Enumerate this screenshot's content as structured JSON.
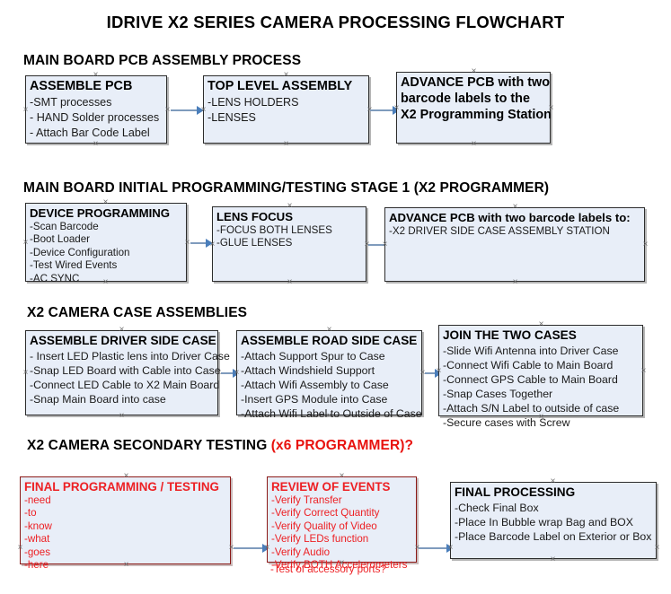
{
  "document": {
    "title": "IDRIVE X2  SERIES CAMERA PROCESSING FLOWCHART"
  },
  "sections": [
    {
      "id": "main-board-pcb-assembly",
      "title": "MAIN BOARD PCB ASSEMBLY PROCESS",
      "title_suffix": "",
      "nodes": [
        {
          "id": "assemble-pcb",
          "head": "ASSEMBLE PCB",
          "lines": [
            "-SMT processes",
            "- HAND Solder processes",
            "- Attach Bar Code Label"
          ]
        },
        {
          "id": "top-level-assembly",
          "head": "TOP LEVEL ASSEMBLY",
          "lines": [
            "-LENS HOLDERS",
            "-LENSES"
          ]
        },
        {
          "id": "advance-pcb-x2-programming-station",
          "head": "ADVANCE PCB with two",
          "lines": [
            "barcode labels to the",
            " X2 Programming Station"
          ]
        }
      ]
    },
    {
      "id": "main-board-initial-programming",
      "title": "MAIN BOARD INITIAL PROGRAMMING/TESTING STAGE 1 (X2 PROGRAMMER)",
      "title_suffix": "",
      "nodes": [
        {
          "id": "device-programming",
          "head": "DEVICE PROGRAMMING",
          "lines": [
            "-Scan Barcode",
            "-Boot Loader",
            "-Device Configuration",
            "-Test Wired Events",
            "-AC SYNC"
          ]
        },
        {
          "id": "lens-focus",
          "head": "LENS FOCUS",
          "lines": [
            "-FOCUS BOTH LENSES",
            "-GLUE LENSES"
          ]
        },
        {
          "id": "advance-pcb-driver-side-case",
          "head": "ADVANCE PCB with two barcode labels to:",
          "lines": [
            "-X2 DRIVER  SIDE  CASE  ASSEMBLY STATION"
          ]
        }
      ]
    },
    {
      "id": "x2-camera-case-assemblies",
      "title": "X2 CAMERA CASE ASSEMBLIES",
      "title_suffix": "",
      "nodes": [
        {
          "id": "assemble-driver-side-case",
          "head": "ASSEMBLE DRIVER SIDE CASE",
          "lines": [
            "- Insert LED Plastic lens into Driver Case",
            "-Snap LED Board with Cable into Case",
            "-Connect LED Cable to X2 Main Board",
            "-Snap Main Board into case"
          ]
        },
        {
          "id": "assemble-road-side-case",
          "head": "ASSEMBLE ROAD SIDE CASE",
          "lines": [
            "-Attach Support Spur to Case",
            "-Attach Windshield Support",
            "-Attach Wifi Assembly to Case",
            "-Insert GPS Module into Case",
            "-Attach Wifi Label to Outside of Case"
          ]
        },
        {
          "id": "join-the-two-cases",
          "head": "JOIN THE TWO CASES",
          "lines": [
            "-Slide Wifi Antenna into Driver Case",
            "-Connect Wifi Cable to Main Board",
            "-Connect GPS Cable to Main Board",
            "-Snap Cases Together",
            "-Attach S/N Label to outside of case",
            "-Secure cases with Screw"
          ]
        }
      ]
    },
    {
      "id": "x2-camera-secondary-testing",
      "title": "X2 CAMERA SECONDARY TESTING ",
      "title_suffix": "(x6 PROGRAMMER)?",
      "nodes": [
        {
          "id": "final-programming-testing",
          "head": "FINAL PROGRAMMING / TESTING",
          "lines": [
            "-need",
            "-to",
            "-know",
            "-what",
            "-goes",
            "-here"
          ]
        },
        {
          "id": "review-of-events",
          "head": "REVIEW OF EVENTS",
          "lines": [
            "-Verify Transfer",
            "-Verify Correct Quantity",
            "-Verify Quality of Video",
            "-Verify LEDs function",
            "-Verify Audio",
            "-Verify BOTH Accelerometers"
          ],
          "overflow_line": "-Test of accessory ports?"
        },
        {
          "id": "final-processing",
          "head": "FINAL PROCESSING",
          "lines": [
            " -Check Final Box",
            "-Place In Bubble wrap Bag and BOX",
            "-Place Barcode Label on Exterior or Box"
          ]
        }
      ]
    }
  ],
  "colors": {
    "node_fill": "#e8eef8",
    "node_border": "#2c2c2c",
    "red_text": "#ed2024",
    "connector": "#7f9bbd",
    "arrow": "#4a7ebb"
  }
}
